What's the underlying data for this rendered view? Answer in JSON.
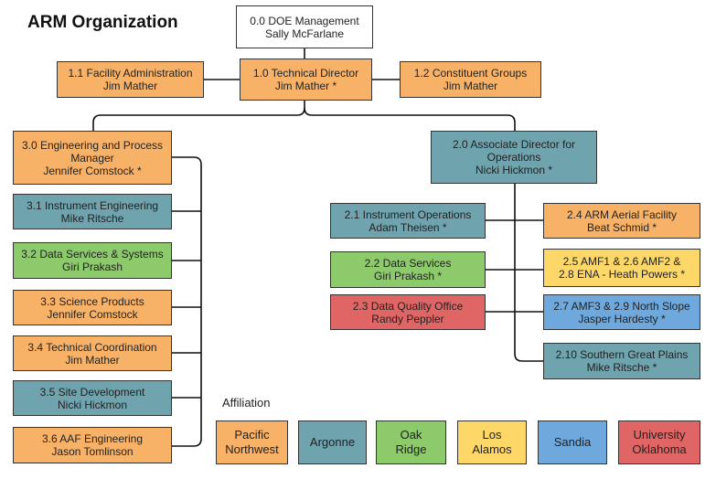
{
  "title": "ARM Organization",
  "colors": {
    "pnnl": "#f7b267",
    "argonne": "#6fa3ae",
    "ornl": "#8cca6b",
    "lanl": "#fdd868",
    "sandia": "#6fa8dc",
    "ou": "#e06666",
    "white": "#ffffff"
  },
  "boxes": {
    "doe": {
      "line1": "0.0 DOE Management",
      "line2": "Sally McFarlane"
    },
    "facility_admin": {
      "line1": "1.1 Facility Administration",
      "line2": "Jim Mather"
    },
    "tech_director": {
      "line1": "1.0 Technical Director",
      "line2": "Jim Mather *"
    },
    "constituent": {
      "line1": "1.2 Constituent Groups",
      "line2": "Jim Mather"
    },
    "eng_process": {
      "line1": "3.0 Engineering and Process",
      "line2": "Manager",
      "line3": "Jennifer Comstock *"
    },
    "assoc_director": {
      "line1": "2.0 Associate Director for",
      "line2": "Operations",
      "line3": "Nicki Hickmon *"
    },
    "inst_eng": {
      "line1": "3.1 Instrument Engineering",
      "line2": "Mike Ritsche"
    },
    "data_systems": {
      "line1": "3.2 Data Services & Systems",
      "line2": "Giri Prakash"
    },
    "science_products": {
      "line1": "3.3 Science Products",
      "line2": "Jennifer Comstock"
    },
    "tech_coord": {
      "line1": "3.4 Technical Coordination",
      "line2": "Jim Mather"
    },
    "site_dev": {
      "line1": "3.5 Site Development",
      "line2": "Nicki Hickmon"
    },
    "aaf_eng": {
      "line1": "3.6 AAF Engineering",
      "line2": "Jason Tomlinson"
    },
    "inst_ops": {
      "line1": "2.1 Instrument Operations",
      "line2": "Adam Theisen *"
    },
    "data_services": {
      "line1": "2.2 Data Services",
      "line2": "Giri Prakash *"
    },
    "dqo": {
      "line1": "2.3 Data Quality Office",
      "line2": "Randy Peppler"
    },
    "aerial": {
      "line1": "2.4 ARM Aerial Facility",
      "line2": "Beat Schmid *"
    },
    "amf12": {
      "line1": "2.5 AMF1 & 2.6 AMF2 &",
      "line2": "2.8 ENA - Heath Powers *"
    },
    "amf3": {
      "line1": "2.7 AMF3 & 2.9 North Slope",
      "line2": "Jasper Hardesty *"
    },
    "sgp": {
      "line1": "2.10 Southern Great Plains",
      "line2": "Mike Ritsche *"
    }
  },
  "legend": {
    "title": "Affiliation",
    "items": [
      {
        "line1": "Pacific",
        "line2": "Northwest"
      },
      {
        "line1": "Argonne",
        "line2": ""
      },
      {
        "line1": "Oak",
        "line2": "Ridge"
      },
      {
        "line1": "Los",
        "line2": "Alamos"
      },
      {
        "line1": "Sandia",
        "line2": ""
      },
      {
        "line1": "University",
        "line2": "Oklahoma"
      }
    ]
  }
}
